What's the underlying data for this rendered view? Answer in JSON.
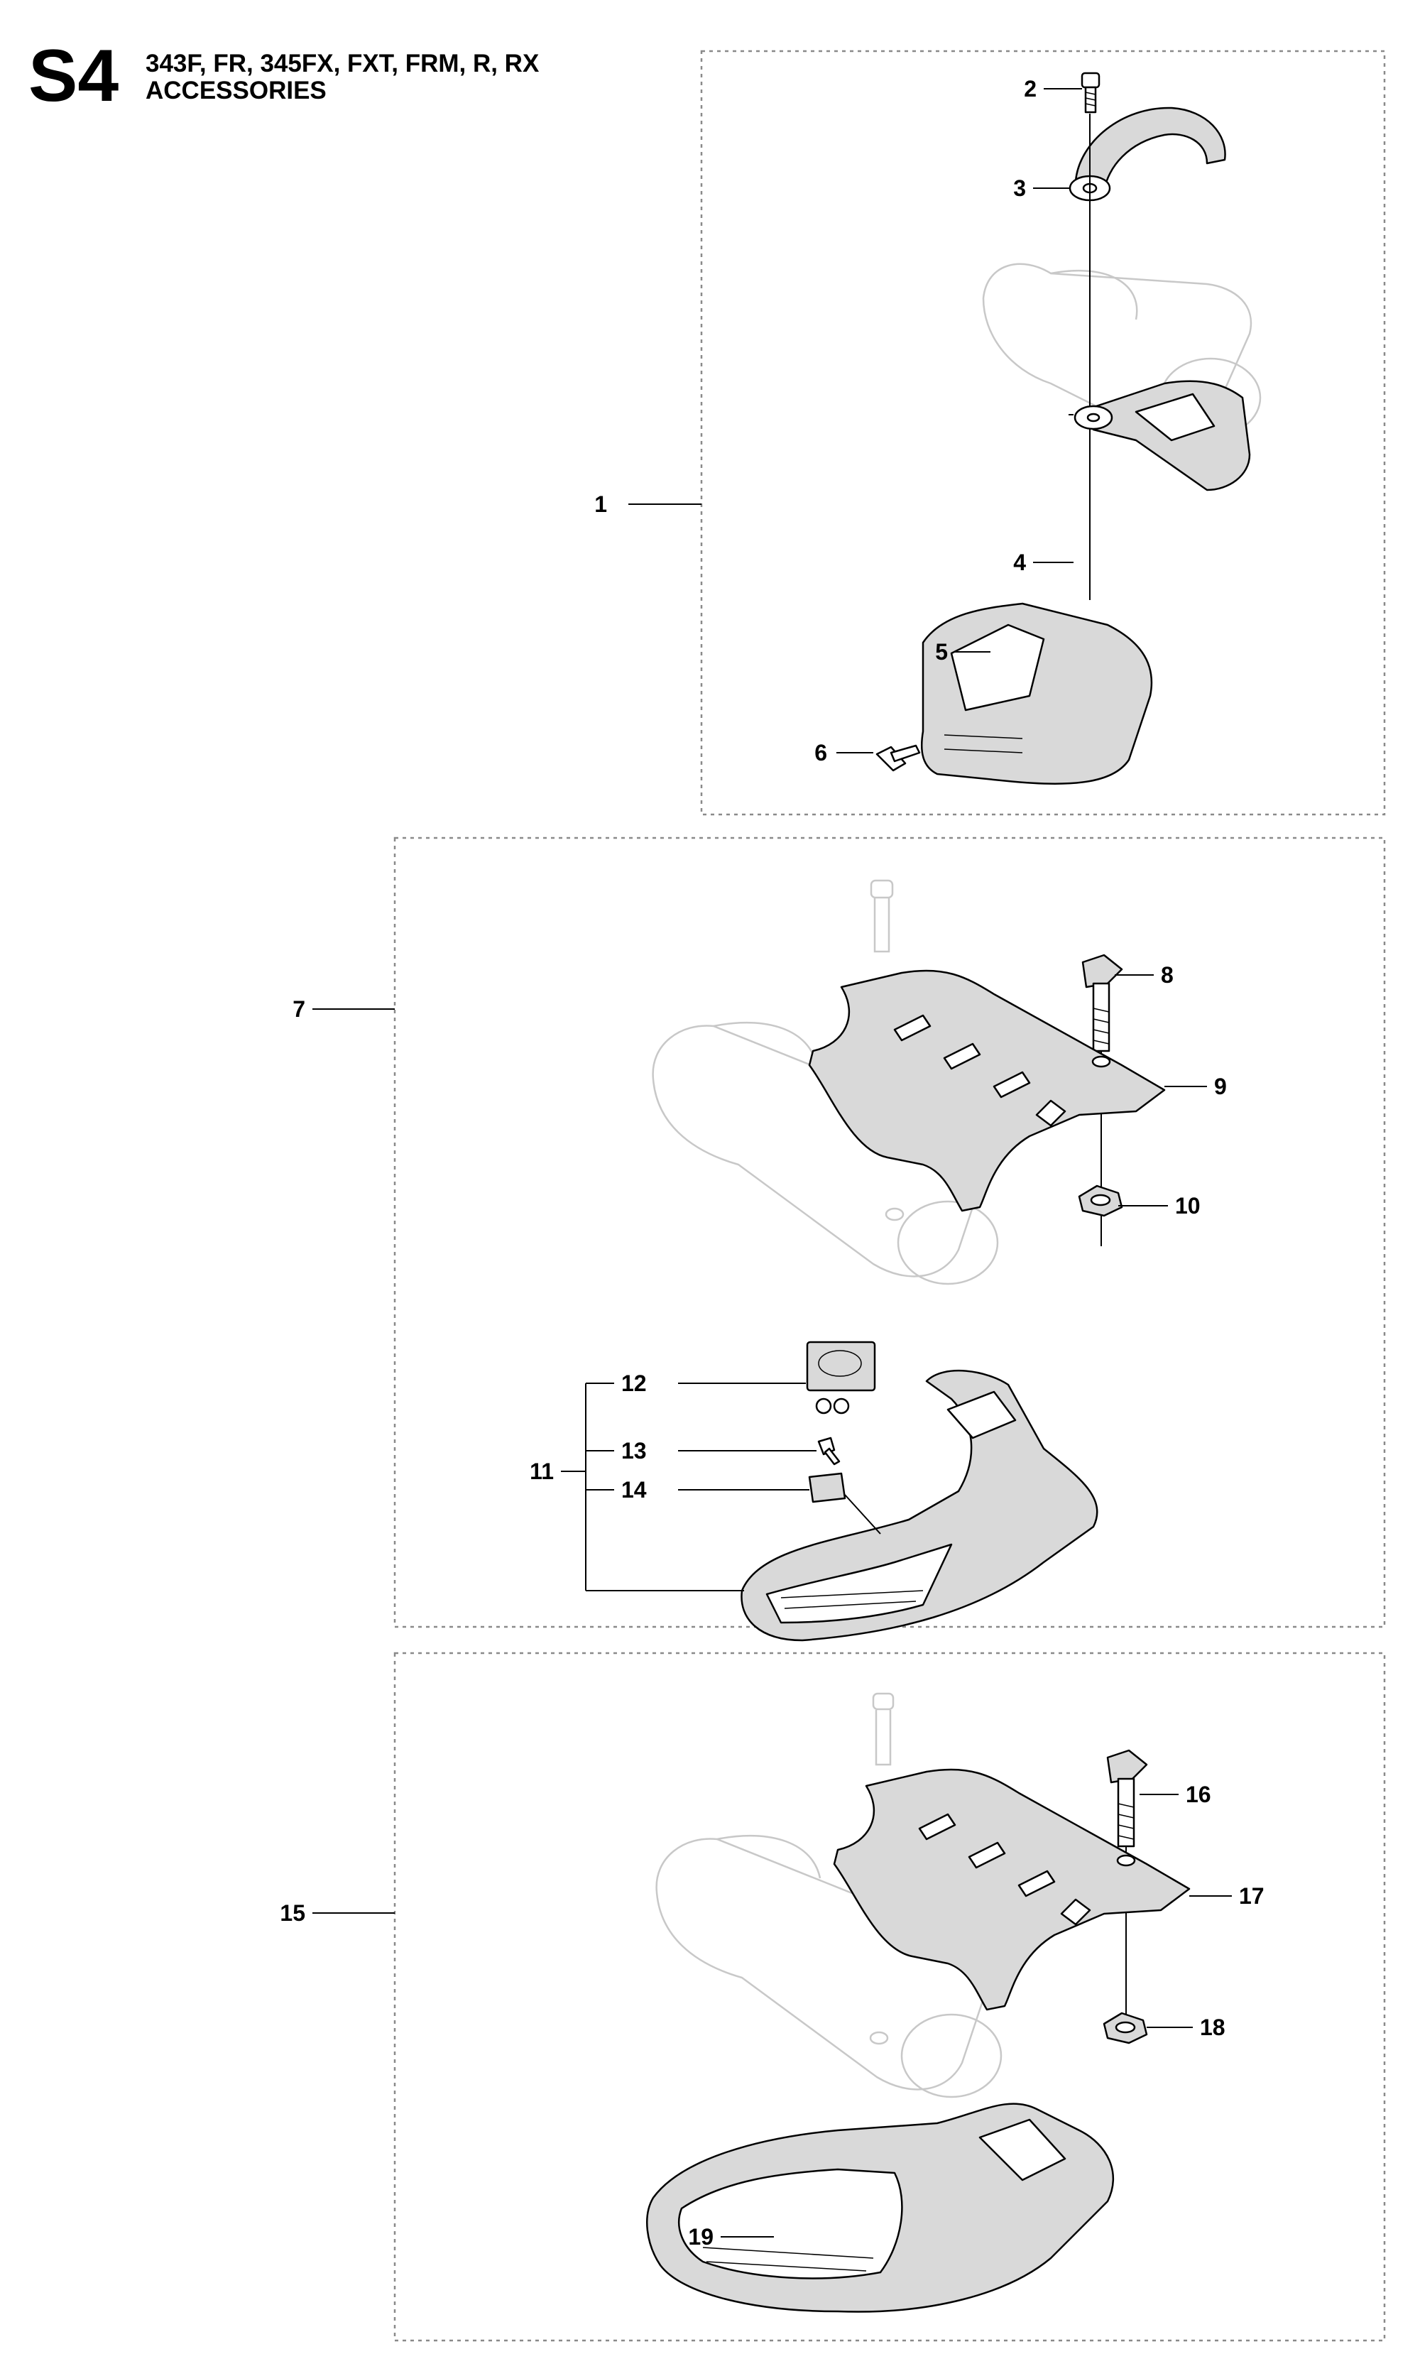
{
  "header": {
    "section_code": "S4",
    "models": "343F, FR, 345FX, FXT, FRM, R, RX",
    "title": "ACCESSORIES"
  },
  "callouts": [
    "1",
    "2",
    "3",
    "4",
    "5",
    "6",
    "7",
    "8",
    "9",
    "10",
    "11",
    "12",
    "13",
    "14",
    "15",
    "16",
    "17",
    "18",
    "19"
  ]
}
